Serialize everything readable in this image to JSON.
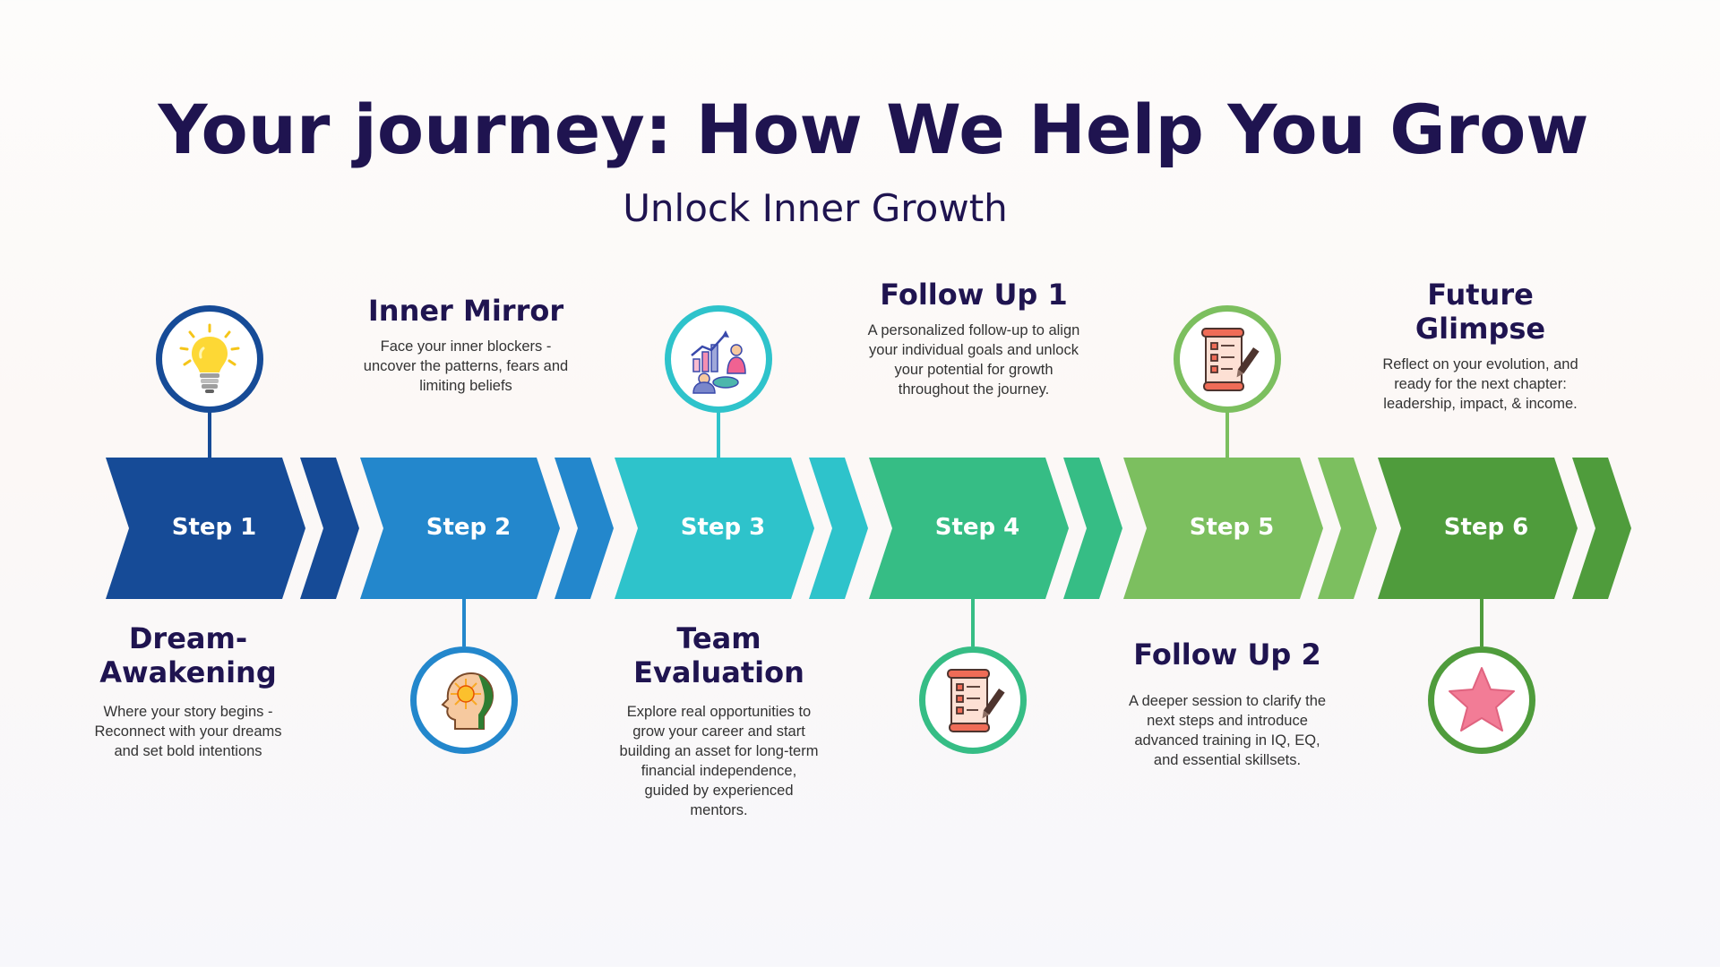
{
  "title": "Your journey: How We Help You Grow",
  "subtitle": "Unlock Inner Growth",
  "colors": {
    "title": "#1f1450",
    "body_text": "#333333",
    "step_1": "#164b97",
    "step_2": "#2387cc",
    "step_3": "#2ec3cb",
    "step_4": "#36bd85",
    "step_5": "#7cbf5f",
    "step_6": "#4f9c3c"
  },
  "steps": [
    {
      "label": "Step 1",
      "heading": "Dream-\nAwakening",
      "description": "Where your story begins - Reconnect with your dreams and set bold intentions",
      "icon": "lightbulb-icon",
      "color": "#164b97"
    },
    {
      "label": "Step 2",
      "heading": "Inner Mirror",
      "description": "Face your inner blockers - uncover the patterns, fears and limiting beliefs",
      "icon": "mind-sun-head-icon",
      "color": "#2387cc"
    },
    {
      "label": "Step 3",
      "heading": "Team\nEvaluation",
      "description": "Explore real opportunities to grow your career and start building an asset for long-term financial independence, guided by experienced mentors.",
      "icon": "team-chart-icon",
      "color": "#2ec3cb"
    },
    {
      "label": "Step 4",
      "heading": "Follow Up 1",
      "description": "A personalized follow-up to align your individual goals and unlock your potential for growth throughout the journey.",
      "icon": "checklist-scroll-icon",
      "color": "#36bd85"
    },
    {
      "label": "Step 5",
      "heading": "Follow Up 2",
      "description": "A deeper session to clarify the next steps and introduce advanced training in IQ, EQ, and essential skillsets.",
      "icon": "checklist-scroll-icon",
      "color": "#7cbf5f"
    },
    {
      "label": "Step 6",
      "heading": "Future\nGlimpse",
      "description": "Reflect on your evolution, and ready for the next chapter: leadership, impact, & income.",
      "icon": "star-icon",
      "color": "#4f9c3c"
    }
  ]
}
